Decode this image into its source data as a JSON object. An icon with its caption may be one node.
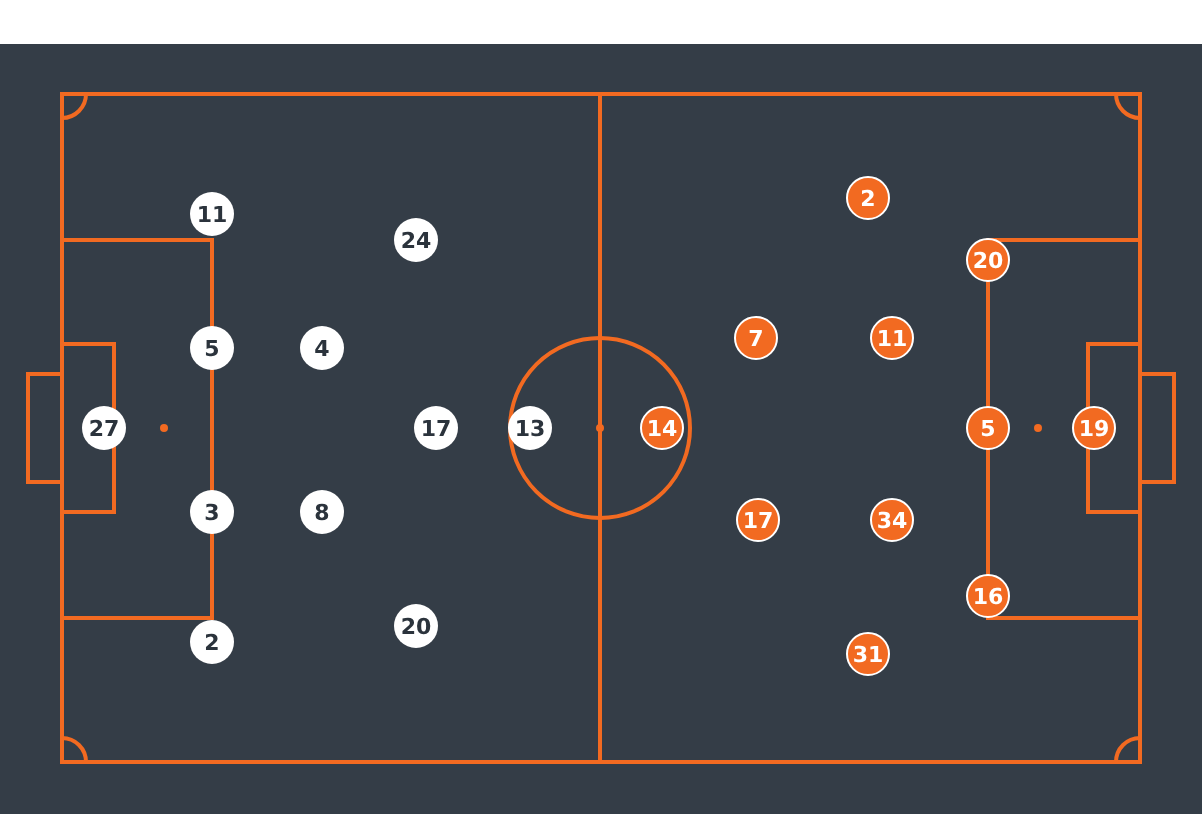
{
  "diagram": {
    "nodes": [
      {
        "text": [
          "11"
        ]
      },
      {
        "text": [
          "24"
        ]
      },
      {
        "text": [
          "5"
        ]
      },
      {
        "text": [
          "4"
        ]
      },
      {
        "text": [
          "27"
        ]
      },
      {
        "text": [
          "17"
        ]
      },
      {
        "text": [
          "13"
        ]
      },
      {
        "text": [
          "3"
        ]
      },
      {
        "text": [
          "8"
        ]
      },
      {
        "text": [
          "2"
        ]
      },
      {
        "text": [
          "20"
        ]
      },
      {
        "text": [
          "2"
        ]
      },
      {
        "text": [
          "20"
        ]
      },
      {
        "text": [
          "7"
        ]
      },
      {
        "text": [
          "11"
        ]
      },
      {
        "text": [
          "14"
        ]
      },
      {
        "text": [
          "5"
        ]
      },
      {
        "text": [
          "19"
        ]
      },
      {
        "text": [
          "17"
        ]
      },
      {
        "text": [
          "34"
        ]
      },
      {
        "text": [
          "16"
        ]
      },
      {
        "text": [
          "31"
        ]
      }
    ]
  }
}
